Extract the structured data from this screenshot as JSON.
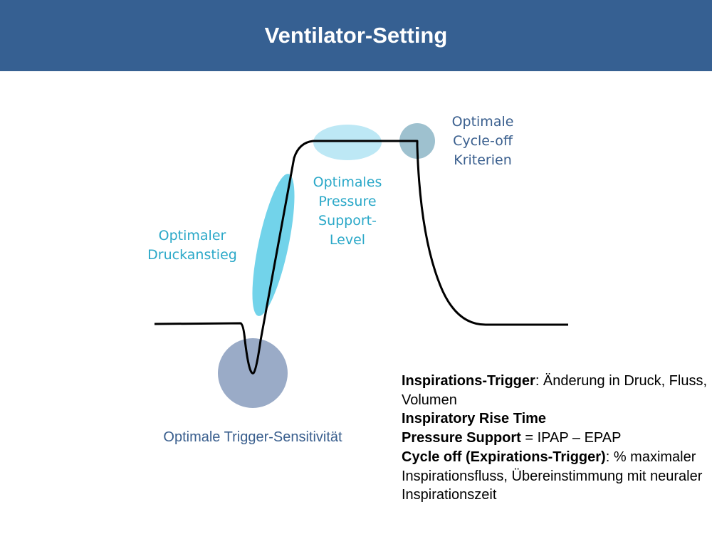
{
  "header": {
    "title": "Ventilator-Setting",
    "background_color": "#366092"
  },
  "diagram": {
    "labels": {
      "cycle_off": [
        "Optimale",
        "Cycle-off",
        "Kriterien"
      ],
      "pressure_support_level": [
        "Optimales",
        "Pressure",
        "Support-",
        "Level"
      ],
      "rise": [
        "Optimaler",
        "Druckanstieg"
      ],
      "trigger": "Optimale Trigger-Sensitivität"
    },
    "colors": {
      "cyan_label": "#2aa8c8",
      "navy_label": "#3a5f8e",
      "rise_highlight": "#72d3ea",
      "level_highlight": "#bde8f5",
      "cycle_highlight": "#9ec1cf",
      "trigger_highlight": "#9aabc7",
      "curve": "#000000"
    }
  },
  "description": [
    {
      "bold": "Inspirations-Trigger",
      "text": ": Änderung in Druck, Fluss, Volumen"
    },
    {
      "bold": "Inspiratory Rise Time",
      "text": ""
    },
    {
      "bold": "Pressure Support",
      "text": " = IPAP – EPAP"
    },
    {
      "bold": "Cycle off (Expirations-Trigger)",
      "text": ": % maximaler Inspirationsfluss, Übereinstimmung mit neuraler Inspirationszeit"
    }
  ]
}
